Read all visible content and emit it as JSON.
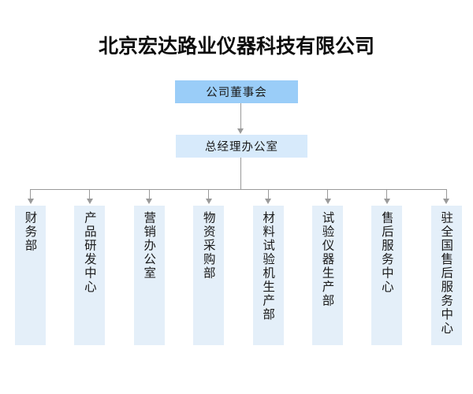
{
  "title": "北京宏达路业仪器科技有限公司",
  "colors": {
    "board_fill": "#9acdf8",
    "gm_fill": "#d7eafb",
    "dept_fill": "#e4eff9",
    "connector": "#9a9a9a",
    "text": "#1a1a1a",
    "background": "#ffffff"
  },
  "hierarchy": {
    "board": {
      "label": "公司董事会"
    },
    "general_manager": {
      "label": "总经理办公室"
    },
    "departments": [
      {
        "label": "财务部"
      },
      {
        "label": "产品研发中心"
      },
      {
        "label": "营销办公室"
      },
      {
        "label": "物资采购部"
      },
      {
        "label": "材料试验机生产部"
      },
      {
        "label": "试验仪器生产部"
      },
      {
        "label": "售后服务中心"
      },
      {
        "label": "驻全国售后服务中心"
      }
    ]
  },
  "layout": {
    "orientation": "top-down",
    "department_text_direction": "vertical",
    "levels": 3
  }
}
